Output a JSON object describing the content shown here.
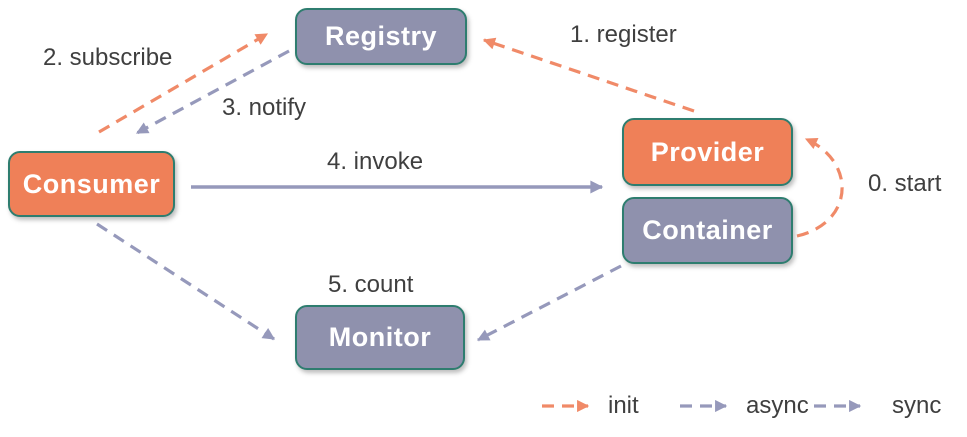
{
  "diagram": {
    "nodes": [
      {
        "id": "registry",
        "label": "Registry",
        "fill": "slate"
      },
      {
        "id": "consumer",
        "label": "Consumer",
        "fill": "orange"
      },
      {
        "id": "provider",
        "label": "Provider",
        "fill": "orange"
      },
      {
        "id": "container",
        "label": "Container",
        "fill": "slate"
      },
      {
        "id": "monitor",
        "label": "Monitor",
        "fill": "slate"
      }
    ],
    "edges": [
      {
        "label": "0. start",
        "from": "container",
        "to": "provider",
        "style": "init",
        "dashed": true
      },
      {
        "label": "1. register",
        "from": "provider",
        "to": "registry",
        "style": "init",
        "dashed": true
      },
      {
        "label": "2. subscribe",
        "from": "consumer",
        "to": "registry",
        "style": "init",
        "dashed": true
      },
      {
        "label": "3. notify",
        "from": "registry",
        "to": "consumer",
        "style": "async",
        "dashed": true
      },
      {
        "label": "4. invoke",
        "from": "consumer",
        "to": "provider",
        "style": "sync",
        "dashed": false
      },
      {
        "label": "5. count",
        "from": "consumer",
        "to": "monitor",
        "style": "async",
        "dashed": true
      },
      {
        "label": "",
        "from": "container",
        "to": "monitor",
        "style": "async",
        "dashed": true
      }
    ],
    "legend": [
      {
        "label": "init",
        "color": "#F08A68",
        "dashed": true
      },
      {
        "label": "async",
        "color": "#9699BB",
        "dashed": true
      },
      {
        "label": "sync",
        "color": "#9699BB",
        "dashed": true
      }
    ],
    "colors": {
      "orange_node": "#EF8058",
      "slate_node": "#8F91AD",
      "node_border": "#2E7D6F",
      "orange_arrow": "#F08A68",
      "slate_arrow": "#9699BB",
      "label_text": "#3F3F3F",
      "node_text": "#FFFFFF",
      "background": "#FFFFFF"
    }
  }
}
